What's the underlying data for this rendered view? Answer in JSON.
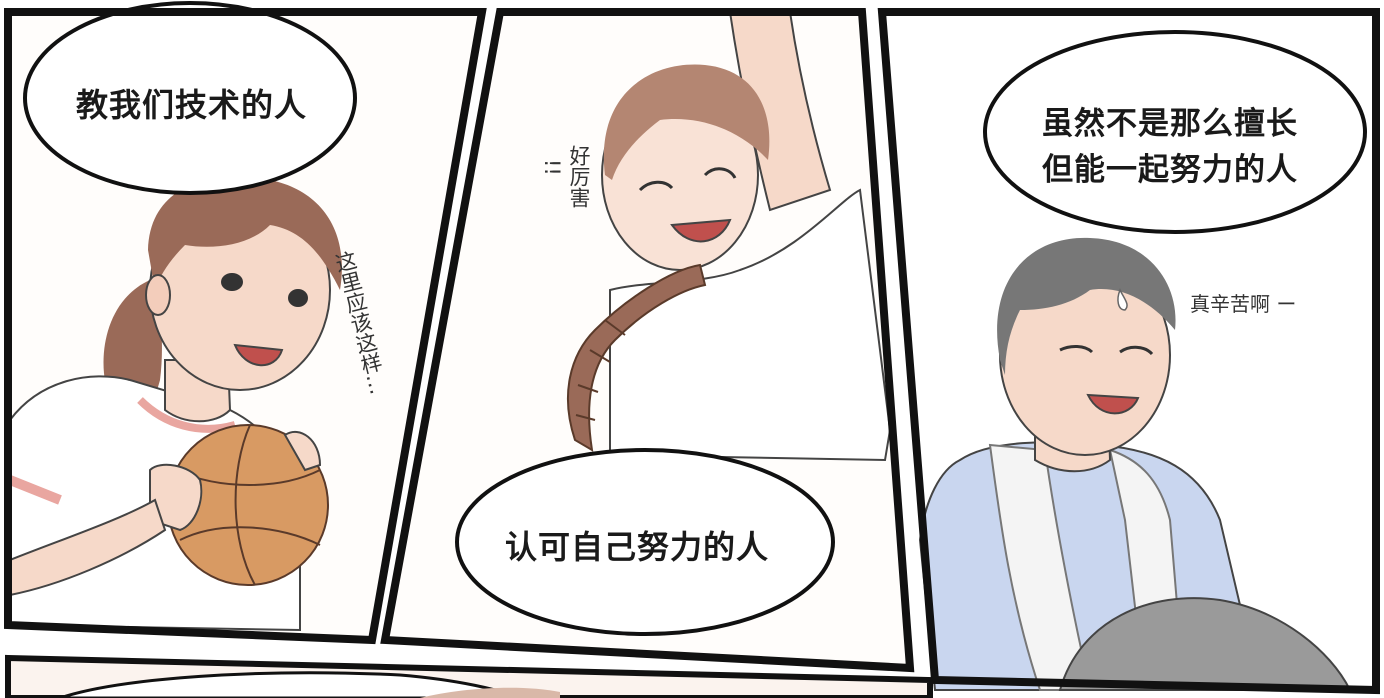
{
  "panels": {
    "left": {
      "bubble_text": "教我们技术的人",
      "side_text": "这里应该这样…"
    },
    "middle": {
      "exclaim_text": "好厉害",
      "exclaim_marks": "!!",
      "bubble_text": "认可自己努力的人"
    },
    "right": {
      "bubble_line1": "虽然不是那么擅长",
      "bubble_line2": "但能一起努力的人",
      "side_text": "真辛苦啊 ー"
    }
  },
  "colors": {
    "ink": "#111111",
    "skin": "#f6d9c9",
    "hair": "#9a6a58",
    "hair_gray": "#777777",
    "ball": "#d89a63",
    "shirt_blue": "#c9d6ef",
    "towel": "#f4f4f4"
  }
}
